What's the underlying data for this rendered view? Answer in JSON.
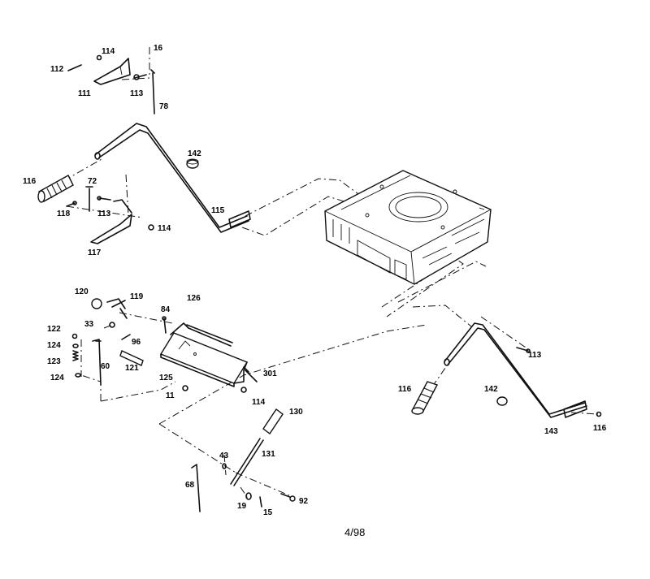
{
  "diagram": {
    "callouts": {
      "c112": "112",
      "c114a": "114",
      "c16a": "16",
      "c111": "111",
      "c113a": "113",
      "c78": "78",
      "c142a": "142",
      "c116a": "116",
      "c72": "72",
      "c118": "118",
      "c113b": "113",
      "c114b": "114",
      "c117": "117",
      "c115": "115",
      "c120": "120",
      "c119": "119",
      "c84": "84",
      "c126": "126",
      "c33": "33",
      "c122": "122",
      "c96": "96",
      "c124a": "124",
      "c123": "123",
      "c60": "60",
      "c121": "121",
      "c124b": "124",
      "c125": "125",
      "c301": "301",
      "c11": "11",
      "c114c": "114",
      "c113c": "113",
      "c116b": "116",
      "c142b": "142",
      "c143": "143",
      "c116c": "116",
      "c130": "130",
      "c131": "131",
      "c43": "43",
      "c68": "68",
      "c19": "19",
      "c15": "15",
      "c92": "92"
    },
    "footer": "4/98"
  }
}
